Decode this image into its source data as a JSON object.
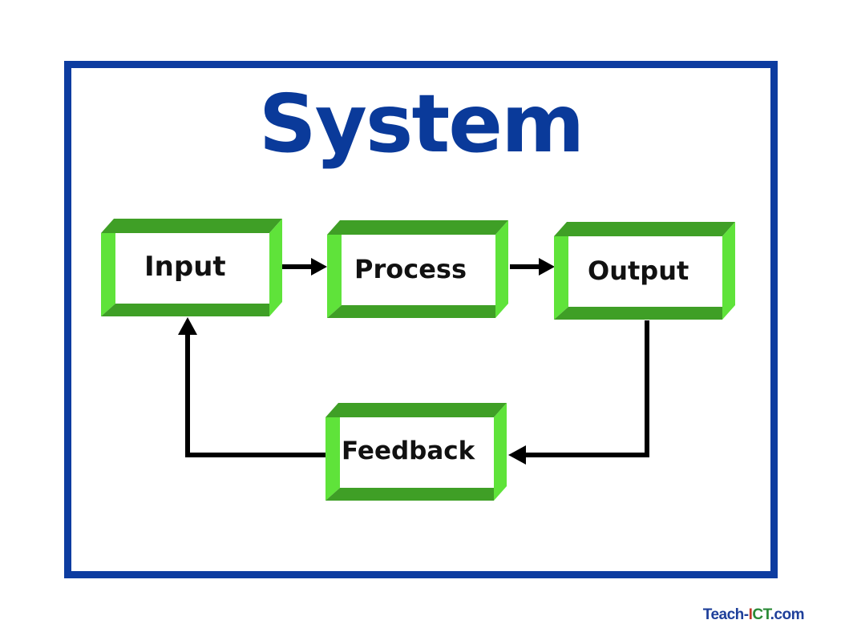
{
  "diagram": {
    "title": "System",
    "nodes": {
      "input": "Input",
      "process": "Process",
      "output": "Output",
      "feedback": "Feedback"
    },
    "edges": [
      {
        "from": "Input",
        "to": "Process"
      },
      {
        "from": "Process",
        "to": "Output"
      },
      {
        "from": "Output",
        "to": "Feedback"
      },
      {
        "from": "Feedback",
        "to": "Input"
      }
    ]
  },
  "colors": {
    "frame": "#0d3ca0",
    "title": "#0a3a9a",
    "box_light": "#5fe33a",
    "box_dark": "#3a9a24",
    "arrow": "#000000"
  },
  "watermark": {
    "part_a": "Teach-",
    "part_b": "I",
    "part_c": "CT",
    "part_d": ".com"
  }
}
